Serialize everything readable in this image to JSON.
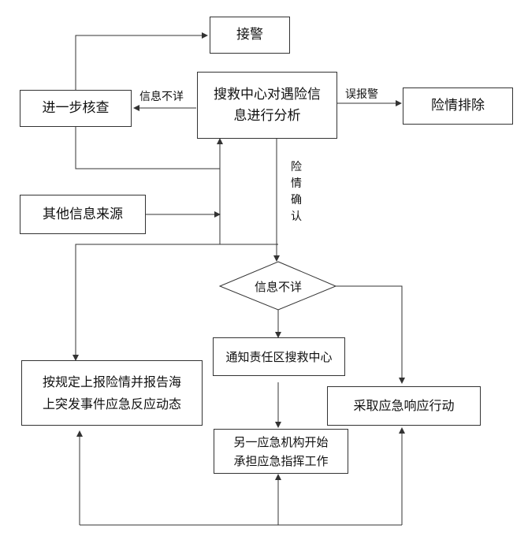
{
  "diagram": {
    "nodes": {
      "receive_alarm": "接警",
      "analysis_line1": "搜救中心对遇险信",
      "analysis_line2": "息进行分析",
      "further_check": "进一步核查",
      "danger_clear": "险情排除",
      "other_sources": "其他信息来源",
      "unclear_decision": "信息不详",
      "notify_center": "通知责任区搜救中心",
      "report_line1": "按规定上报险情并报告海",
      "report_line2": "上突发事件应急反应动态",
      "take_action": "采取应急响应行动",
      "other_agency_line1": "另一应急机构开始",
      "other_agency_line2": "承担应急指挥工作"
    },
    "edge_labels": {
      "info_unclear": "信息不详",
      "false_alarm": "误报警",
      "danger_confirmed": [
        "险",
        "情",
        "确",
        "认"
      ]
    }
  }
}
